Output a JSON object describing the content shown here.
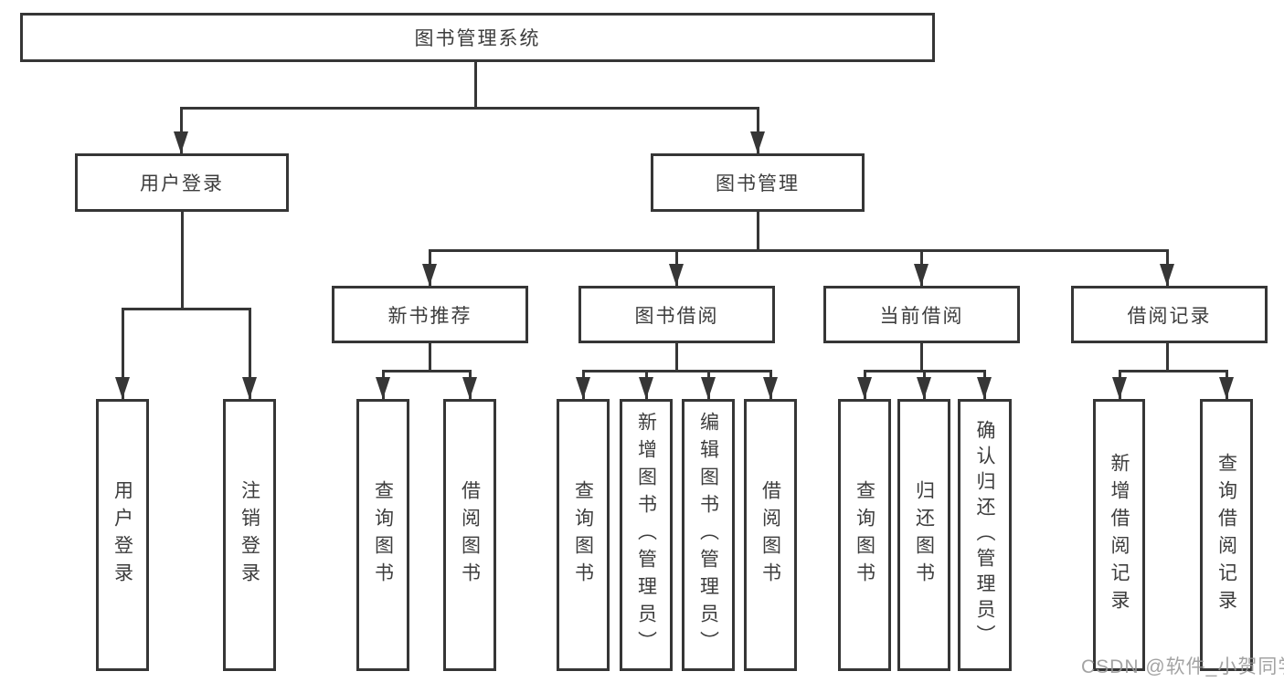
{
  "tree": {
    "root": "图书管理系统",
    "level2": [
      "用户登录",
      "图书管理"
    ],
    "level3": [
      "新书推荐",
      "图书借阅",
      "当前借阅",
      "借阅记录"
    ],
    "children_user_login": [
      "用户登录",
      "注销登录"
    ],
    "children_new_books": [
      "查询图书",
      "借阅图书"
    ],
    "children_book_borrow": [
      "查询图书",
      "新增图书（管理员）",
      "编辑图书（管理员）",
      "借阅图书"
    ],
    "children_current_borrow": [
      "查询图书",
      "归还图书",
      "确认归还（管理员）"
    ],
    "children_borrow_records": [
      "新增借阅记录",
      "查询借阅记录"
    ]
  },
  "watermark": "CSDN @软件_小贺同学",
  "colors": {
    "line": "#363636",
    "text": "#3d3d3d",
    "watermark": "#969696",
    "background": "#ffffff"
  }
}
